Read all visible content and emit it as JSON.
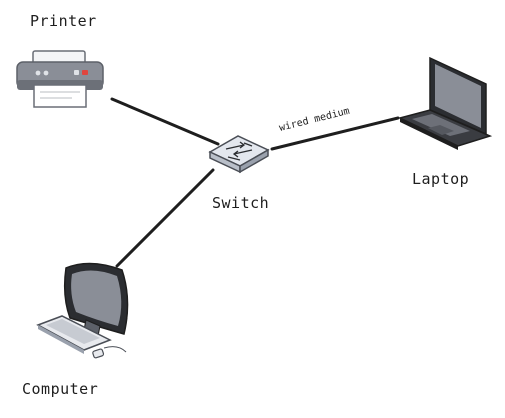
{
  "nodes": {
    "printer": {
      "label": "Printer",
      "icon": "printer-icon"
    },
    "switch": {
      "label": "Switch",
      "icon": "network-switch-icon"
    },
    "laptop": {
      "label": "Laptop",
      "icon": "laptop-icon"
    },
    "computer": {
      "label": "Computer",
      "icon": "desktop-computer-icon"
    }
  },
  "edges": [
    {
      "from": "printer",
      "to": "switch",
      "label": ""
    },
    {
      "from": "switch",
      "to": "laptop",
      "label": "wired medium"
    },
    {
      "from": "switch",
      "to": "computer",
      "label": ""
    }
  ],
  "colors": {
    "line": "#1e1e1e",
    "device_gray": "#7b7f88",
    "device_dark": "#2b2d31",
    "switch_fill": "#dfe3ea"
  }
}
